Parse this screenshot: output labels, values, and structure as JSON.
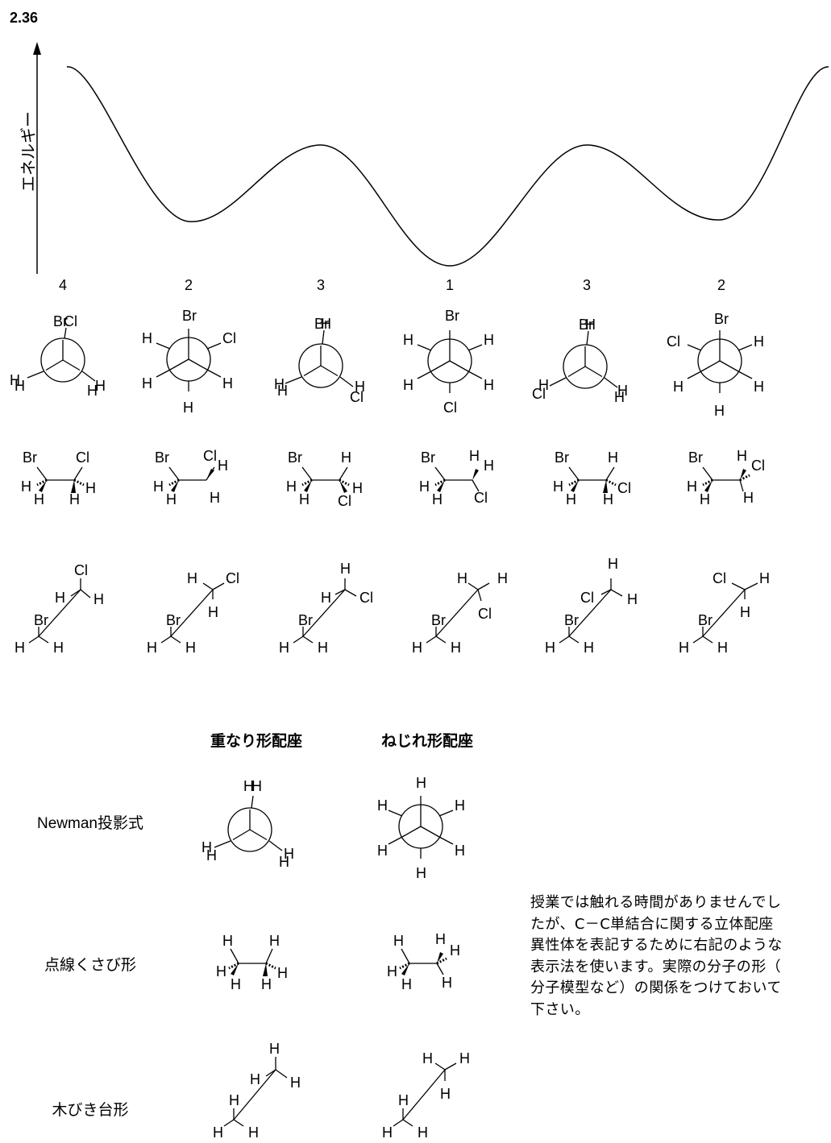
{
  "problem_number": "2.36",
  "energy_axis_label": "エネルギー",
  "conformer_numbers": [
    "4",
    "2",
    "3",
    "1",
    "3",
    "2"
  ],
  "column_headers": {
    "eclipsed": "重なり形配座",
    "staggered": "ねじれ形配座"
  },
  "row_labels": {
    "newman": "Newman投影式",
    "wedge": "点線くさび形",
    "sawhorse": "木びき台形"
  },
  "note_lines": [
    "授業では触れる時間がありませんでし",
    "たが、C－C単結合に関する立体配座",
    "異性体を表記するために右記のような",
    "表示法を使います。実際の分子の形（",
    "分子模型など）の関係をつけておいて",
    "下さい。"
  ],
  "chart_data": {
    "type": "line",
    "title": "",
    "ylabel": "エネルギー",
    "x": [
      0,
      60,
      120,
      180,
      240,
      300,
      360
    ],
    "values": [
      1.0,
      0.18,
      0.55,
      0.0,
      0.55,
      0.18,
      1.0
    ],
    "point_labels": [
      "4",
      "2",
      "3",
      "1",
      "3",
      "2",
      ""
    ],
    "ylim": [
      0,
      1
    ],
    "grid": false,
    "note": "relative energy curve; y axis has no numeric ticks"
  }
}
